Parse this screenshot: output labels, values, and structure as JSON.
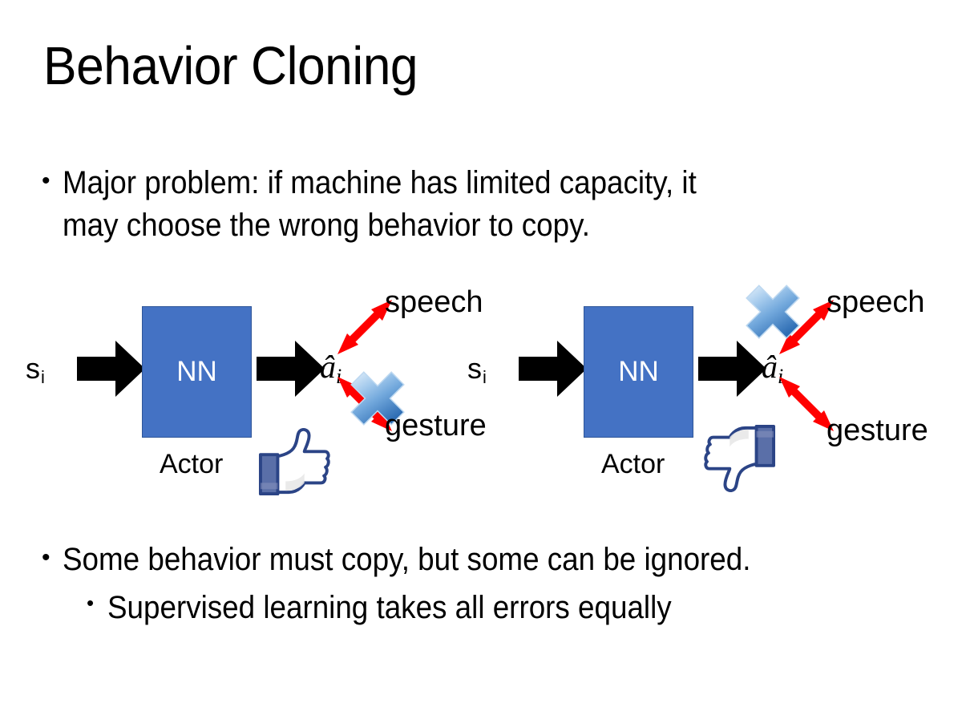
{
  "slide": {
    "title": "Behavior Cloning",
    "background_color": "#FFFFFF",
    "text_color": "#000000"
  },
  "bullets": {
    "top": {
      "marker": "•",
      "text": "Major problem: if machine has limited capacity, it\nmay choose the wrong behavior to copy."
    },
    "bottom": [
      {
        "marker": "•",
        "text": "Some behavior must copy, but some can be ignored.",
        "level": 1
      },
      {
        "marker": "•",
        "text": "Supervised learning takes all errors equally",
        "level": 2
      }
    ]
  },
  "colors": {
    "nn_box_fill": "#4472C4",
    "nn_box_stroke": "#2E5598",
    "nn_box_text": "#FFFFFF",
    "arrow_black": "#000000",
    "arrow_red": "#FF0000",
    "cross_blue_light": "#CFE2F7",
    "cross_blue_mid": "#6FA8DC",
    "cross_blue_dark": "#2E6DB4",
    "thumb_outline": "#3B5998",
    "thumb_fill": "#FFFFFF",
    "thumb_cuff": "#5A6FA8",
    "thumb_shadow": "#E8E8E8"
  },
  "diagrams": [
    {
      "id": "left",
      "input_label": "s",
      "input_subscript": "i",
      "network_label": "NN",
      "network_caption": "Actor",
      "output_label": "â",
      "output_subscript": "i",
      "branches": [
        {
          "name": "speech",
          "label": "speech",
          "position": "upper",
          "crossed_out": false
        },
        {
          "name": "gesture",
          "label": "gesture",
          "position": "lower",
          "crossed_out": true
        }
      ],
      "feedback_icon": "thumbs-up",
      "cross_on_branch": "gesture"
    },
    {
      "id": "right",
      "input_label": "s",
      "input_subscript": "i",
      "network_label": "NN",
      "network_caption": "Actor",
      "output_label": "â",
      "output_subscript": "i",
      "branches": [
        {
          "name": "speech",
          "label": "speech",
          "position": "upper",
          "crossed_out": true
        },
        {
          "name": "gesture",
          "label": "gesture",
          "position": "lower",
          "crossed_out": false
        }
      ],
      "feedback_icon": "thumbs-down",
      "cross_on_branch": "speech"
    }
  ]
}
